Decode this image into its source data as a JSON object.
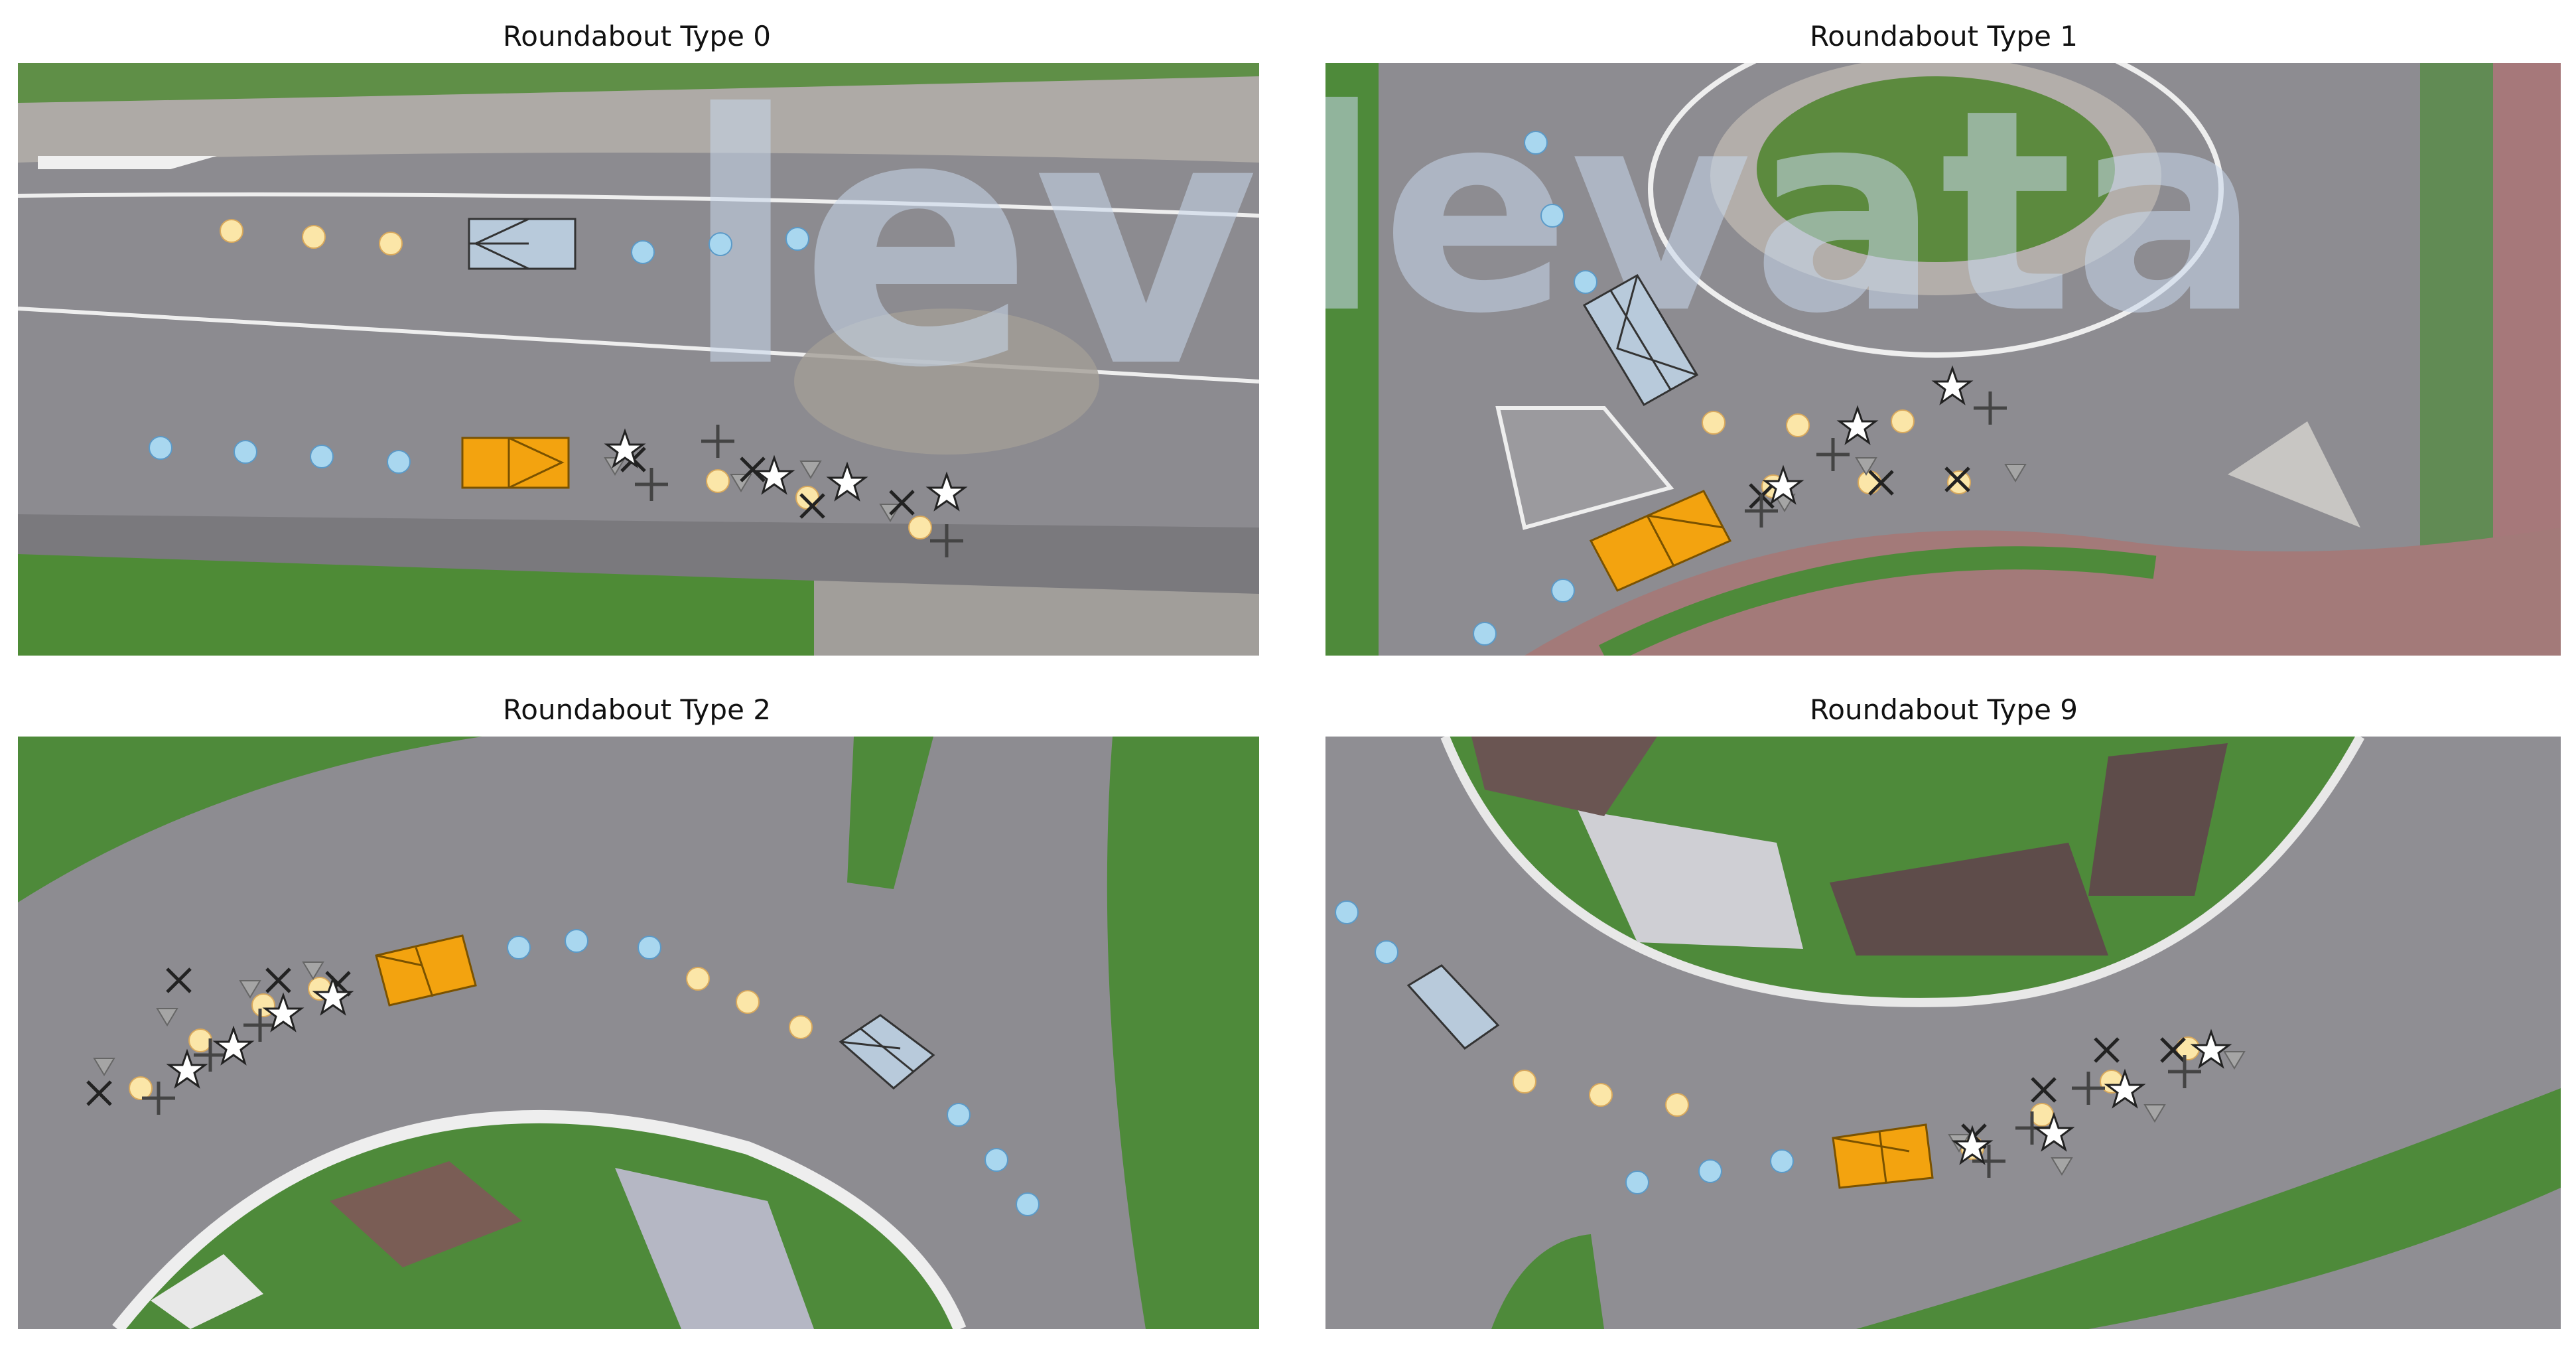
{
  "panels": [
    {
      "title": "Roundabout Type 0"
    },
    {
      "title": "Roundabout Type 1"
    },
    {
      "title": "Roundabout Type 2"
    },
    {
      "title": "Roundabout Type 9"
    }
  ],
  "watermark": "levata",
  "colors": {
    "asphalt": "#8e8d92",
    "grass": "#4f8d3a",
    "paving": "#b9b5b1",
    "brick": "#a47b7a",
    "ego_vehicle": "#f3a30f",
    "other_vehicle": "#b8cadb",
    "history_dot": "#fbe6a8",
    "future_dot": "#a9d7ef",
    "prediction_marker": "#ffffff",
    "uncertainty_marker": "#a5a5a5"
  }
}
